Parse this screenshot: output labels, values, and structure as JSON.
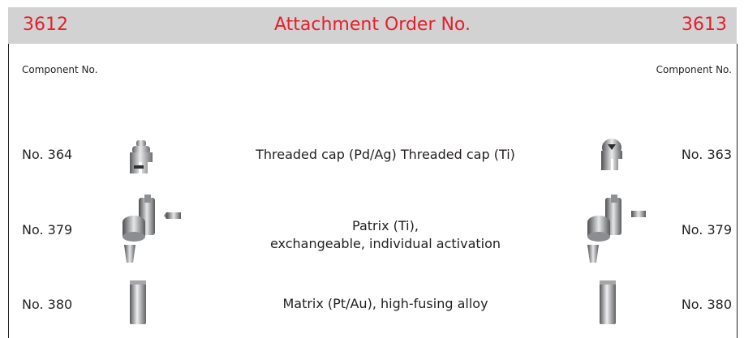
{
  "header": {
    "left_order": "3612",
    "title": "Attachment Order No.",
    "right_order": "3613"
  },
  "column_label_left": "Component No.",
  "column_label_right": "Component No.",
  "rows": [
    {
      "left_no": "No. 364",
      "desc_lines": [
        "Threaded cap  (Pd/Ag)   Threaded cap  (Ti)"
      ],
      "right_no": "No. 363",
      "left_image": "threaded-cap-pd-ag-icon",
      "right_image": "threaded-cap-ti-icon"
    },
    {
      "left_no": "No. 379",
      "desc_lines": [
        "Patrix (Ti),",
        "exchangeable, individual activation"
      ],
      "right_no": "No. 379",
      "left_image": "patrix-ti-with-screws-icon",
      "right_image": "patrix-ti-with-screws-icon"
    },
    {
      "left_no": "No. 380",
      "desc_lines": [
        "Matrix (Pt/Au), high-fusing alloy"
      ],
      "right_no": "No. 380",
      "left_image": "matrix-pt-au-icon",
      "right_image": "matrix-pt-au-icon"
    }
  ],
  "colors": {
    "header_bg": "#d2d2d2",
    "accent_red": "#e4202c",
    "text": "#231f20",
    "border": "#231f20"
  }
}
